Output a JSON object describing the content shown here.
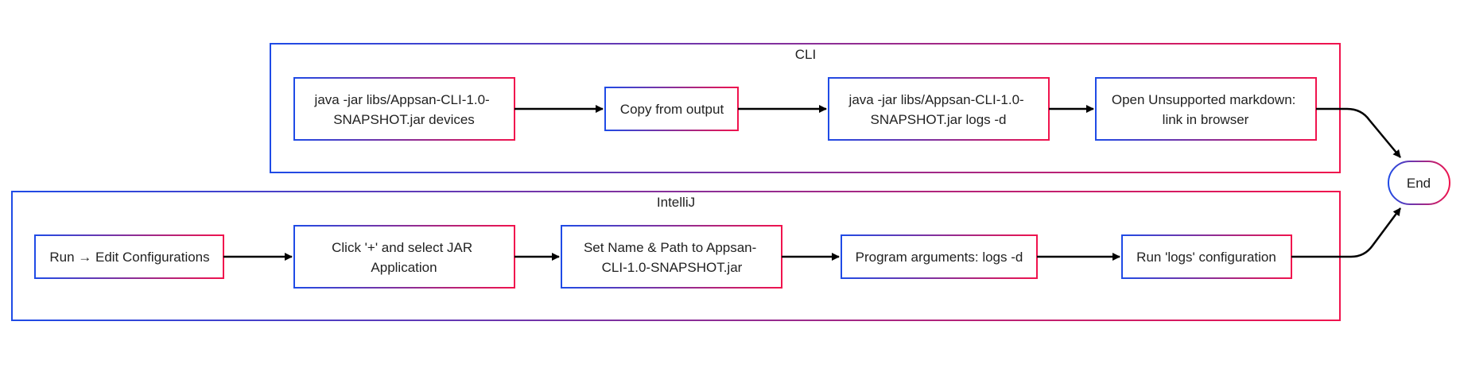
{
  "colors": {
    "gradient_start": "#1f4be6",
    "gradient_end": "#f0134d",
    "text": "#222222",
    "arrow": "#000000"
  },
  "groups": {
    "cli": {
      "title": "CLI",
      "steps": [
        {
          "lines": [
            "java -jar libs/Appsan-CLI-1.0-",
            "SNAPSHOT.jar devices"
          ]
        },
        {
          "lines": [
            "Copy from output"
          ]
        },
        {
          "lines": [
            "java -jar libs/Appsan-CLI-1.0-",
            "SNAPSHOT.jar logs -d"
          ]
        },
        {
          "lines": [
            "Open Unsupported markdown:",
            "link in browser"
          ]
        }
      ]
    },
    "intellij": {
      "title": "IntelliJ",
      "steps": [
        {
          "lines": [
            "Run → Edit Configurations"
          ]
        },
        {
          "lines": [
            "Click '+' and select JAR",
            "Application"
          ]
        },
        {
          "lines": [
            "Set Name & Path to Appsan-",
            "CLI-1.0-SNAPSHOT.jar"
          ]
        },
        {
          "lines": [
            "Program arguments: logs -d"
          ]
        },
        {
          "lines": [
            "Run 'logs' configuration"
          ]
        }
      ]
    }
  },
  "end_node": {
    "label": "End"
  }
}
